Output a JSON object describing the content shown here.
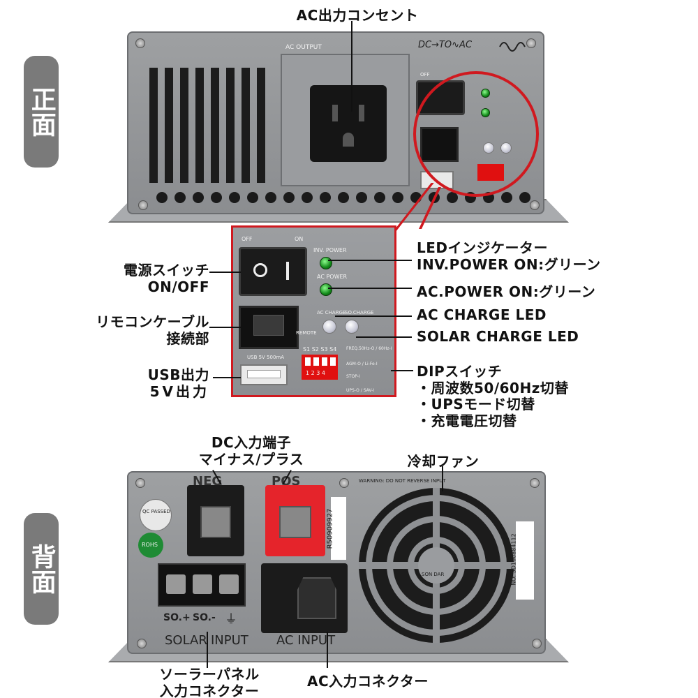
{
  "side_tabs": {
    "front": "正面",
    "back": "背面"
  },
  "front_labels": {
    "ac_outlet": "AC出力コンセント",
    "power_switch": [
      "電源スイッチ",
      "ON/OFF"
    ],
    "remote_cable": [
      "リモコンケーブル",
      "接続部"
    ],
    "usb_out": [
      "USB出力",
      "5V出力"
    ],
    "led_indicator": [
      "LEDインジケーター",
      "INV.POWER ON:グリーン"
    ],
    "ac_power": "AC.POWER ON:グリーン",
    "ac_charge_led": "AC CHARGE LED",
    "solar_charge_led": "SOLAR CHARGE LED",
    "dip_switch": [
      "DIPスイッチ",
      "・周波数50/60Hz切替",
      "・UPSモード切替",
      "・充電電圧切替"
    ]
  },
  "back_labels": {
    "dc_terminal": [
      "DC入力端子",
      "マイナス/プラス"
    ],
    "cooling_fan": "冷却ファン",
    "solar_connector": [
      "ソーラーパネル",
      "入力コネクター"
    ],
    "ac_input_connector": "AC入力コネクター"
  },
  "device_text": {
    "ac_output": "AC OUTPUT",
    "dc_to_ac": "DC→TO∿AC",
    "off": "OFF",
    "on": "ON",
    "inv_power": "INV. POWER",
    "ac_power": "AC POWER",
    "ac_charge": "AC CHARGE",
    "so_charge": "SO.CHARGE",
    "remote": "REMOTE",
    "usb": "USB 5V 500mA",
    "dip_ids": "S1 S2 S3 S4",
    "dip_nums": "1 2 3 4",
    "freq": "FREQ.50Hz-O / 60Hz-I",
    "agm": "AGM-O / Li-Fe-I",
    "stop": "STOP-I",
    "ups": "UPS-O / SAV-I",
    "neg": "NEG",
    "pos": "POS",
    "warning": "WARNING: DO NOT REVERSE INPUT",
    "qc": "QC PASSED",
    "rohs": "ROHS",
    "serial1": "R50909927",
    "serial2": "NO: SD160884112",
    "brand": "SON DAR",
    "so_plus": "SO.+",
    "so_minus": "SO.-",
    "ground": "⏚",
    "solar": "SOLAR",
    "input": "INPUT",
    "ac_input": "AC INPUT"
  },
  "colors": {
    "chassis": "#8b8d90",
    "led_green": "#1a9a22",
    "callout_red": "#d0191f",
    "tab_gray": "#7a7a7a",
    "positive_red": "#e5242b"
  }
}
